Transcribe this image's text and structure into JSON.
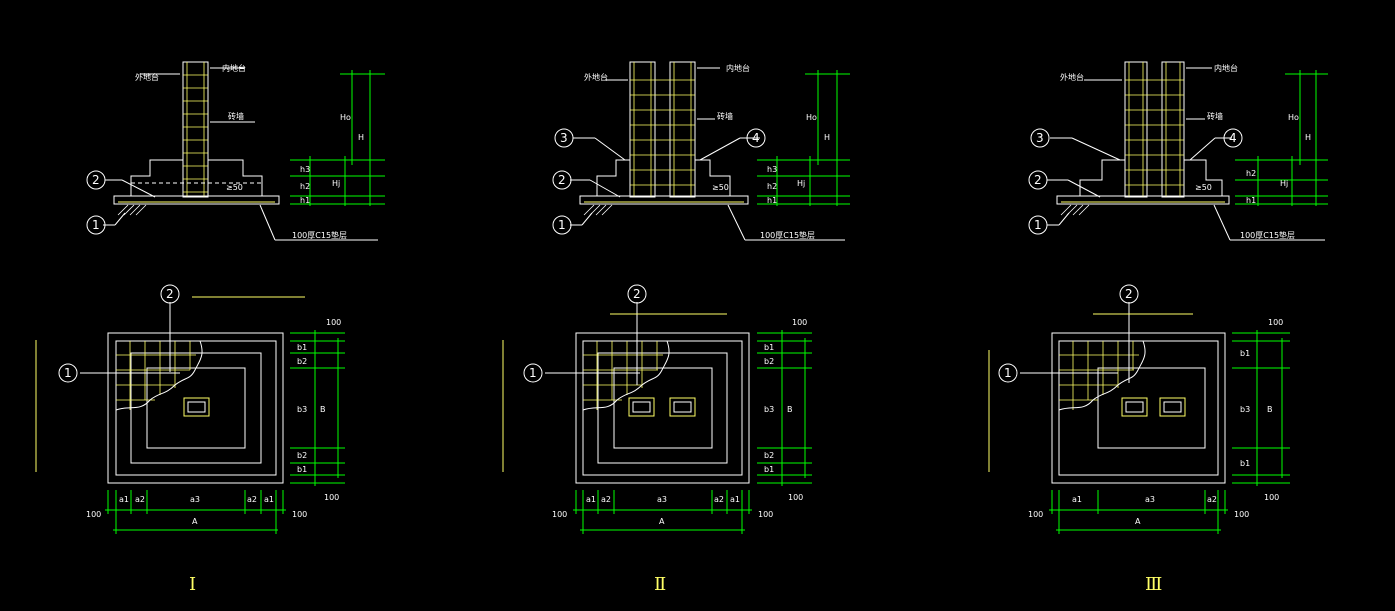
{
  "colors": {
    "background": "#000000",
    "outline": "#ffffff",
    "rebar": "#ffff66",
    "dimension": "#00ff00"
  },
  "labels": {
    "outer_ground": "外地台",
    "inner_ground": "内地台",
    "wall": "砖墙",
    "cushion": "100厚C15垫层",
    "min50": "≥50",
    "dim_100": "100"
  },
  "dim_labels": {
    "H": "H",
    "H0": "Ho",
    "Hj": "Hj",
    "h1": "h1",
    "h2": "h2",
    "h3": "h3",
    "A": "A",
    "B": "B",
    "a1": "a1",
    "a2": "a2",
    "a3": "a3",
    "b1": "b1",
    "b2": "b2",
    "b3": "b3"
  },
  "callouts": [
    "1",
    "2",
    "3",
    "4"
  ],
  "figures": [
    {
      "id": "I",
      "roman": "Ⅰ"
    },
    {
      "id": "II",
      "roman": "Ⅱ"
    },
    {
      "id": "III",
      "roman": "Ⅲ"
    }
  ]
}
